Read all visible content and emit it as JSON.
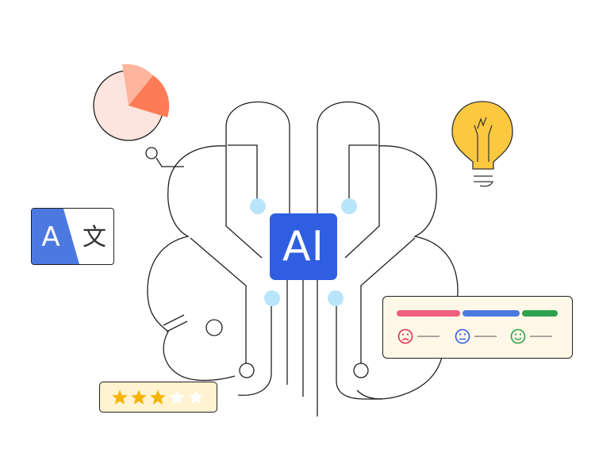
{
  "chip": {
    "label": "AI"
  },
  "translate": {
    "source_glyph": "A",
    "target_glyph": "文",
    "colors": {
      "source_bg": "#4c79e0",
      "target_bg": "#ffffff",
      "source_glyph": "#ffffff",
      "target_glyph": "#333333"
    }
  },
  "pie": {
    "colors": {
      "base": "#fde4de",
      "light_slice": "#fdb59e",
      "dark_slice": "#fd7b56"
    }
  },
  "bulb": {
    "colors": {
      "glass": "#fcc83f",
      "outline": "#333333"
    }
  },
  "sentiment": {
    "segments": [
      {
        "name": "negative",
        "color": "#f0607e",
        "icon": "frown-icon"
      },
      {
        "name": "neutral",
        "color": "#4c79e0",
        "icon": "neutral-face-icon"
      },
      {
        "name": "positive",
        "color": "#2ea24e",
        "icon": "smile-icon"
      }
    ]
  },
  "rating": {
    "value": 3,
    "max": 5,
    "filled_color": "#f5b400",
    "empty_color": "#ffffff"
  },
  "accent_colors": {
    "chip": "#2f5fe0",
    "nodes": "#b9e5fb"
  }
}
